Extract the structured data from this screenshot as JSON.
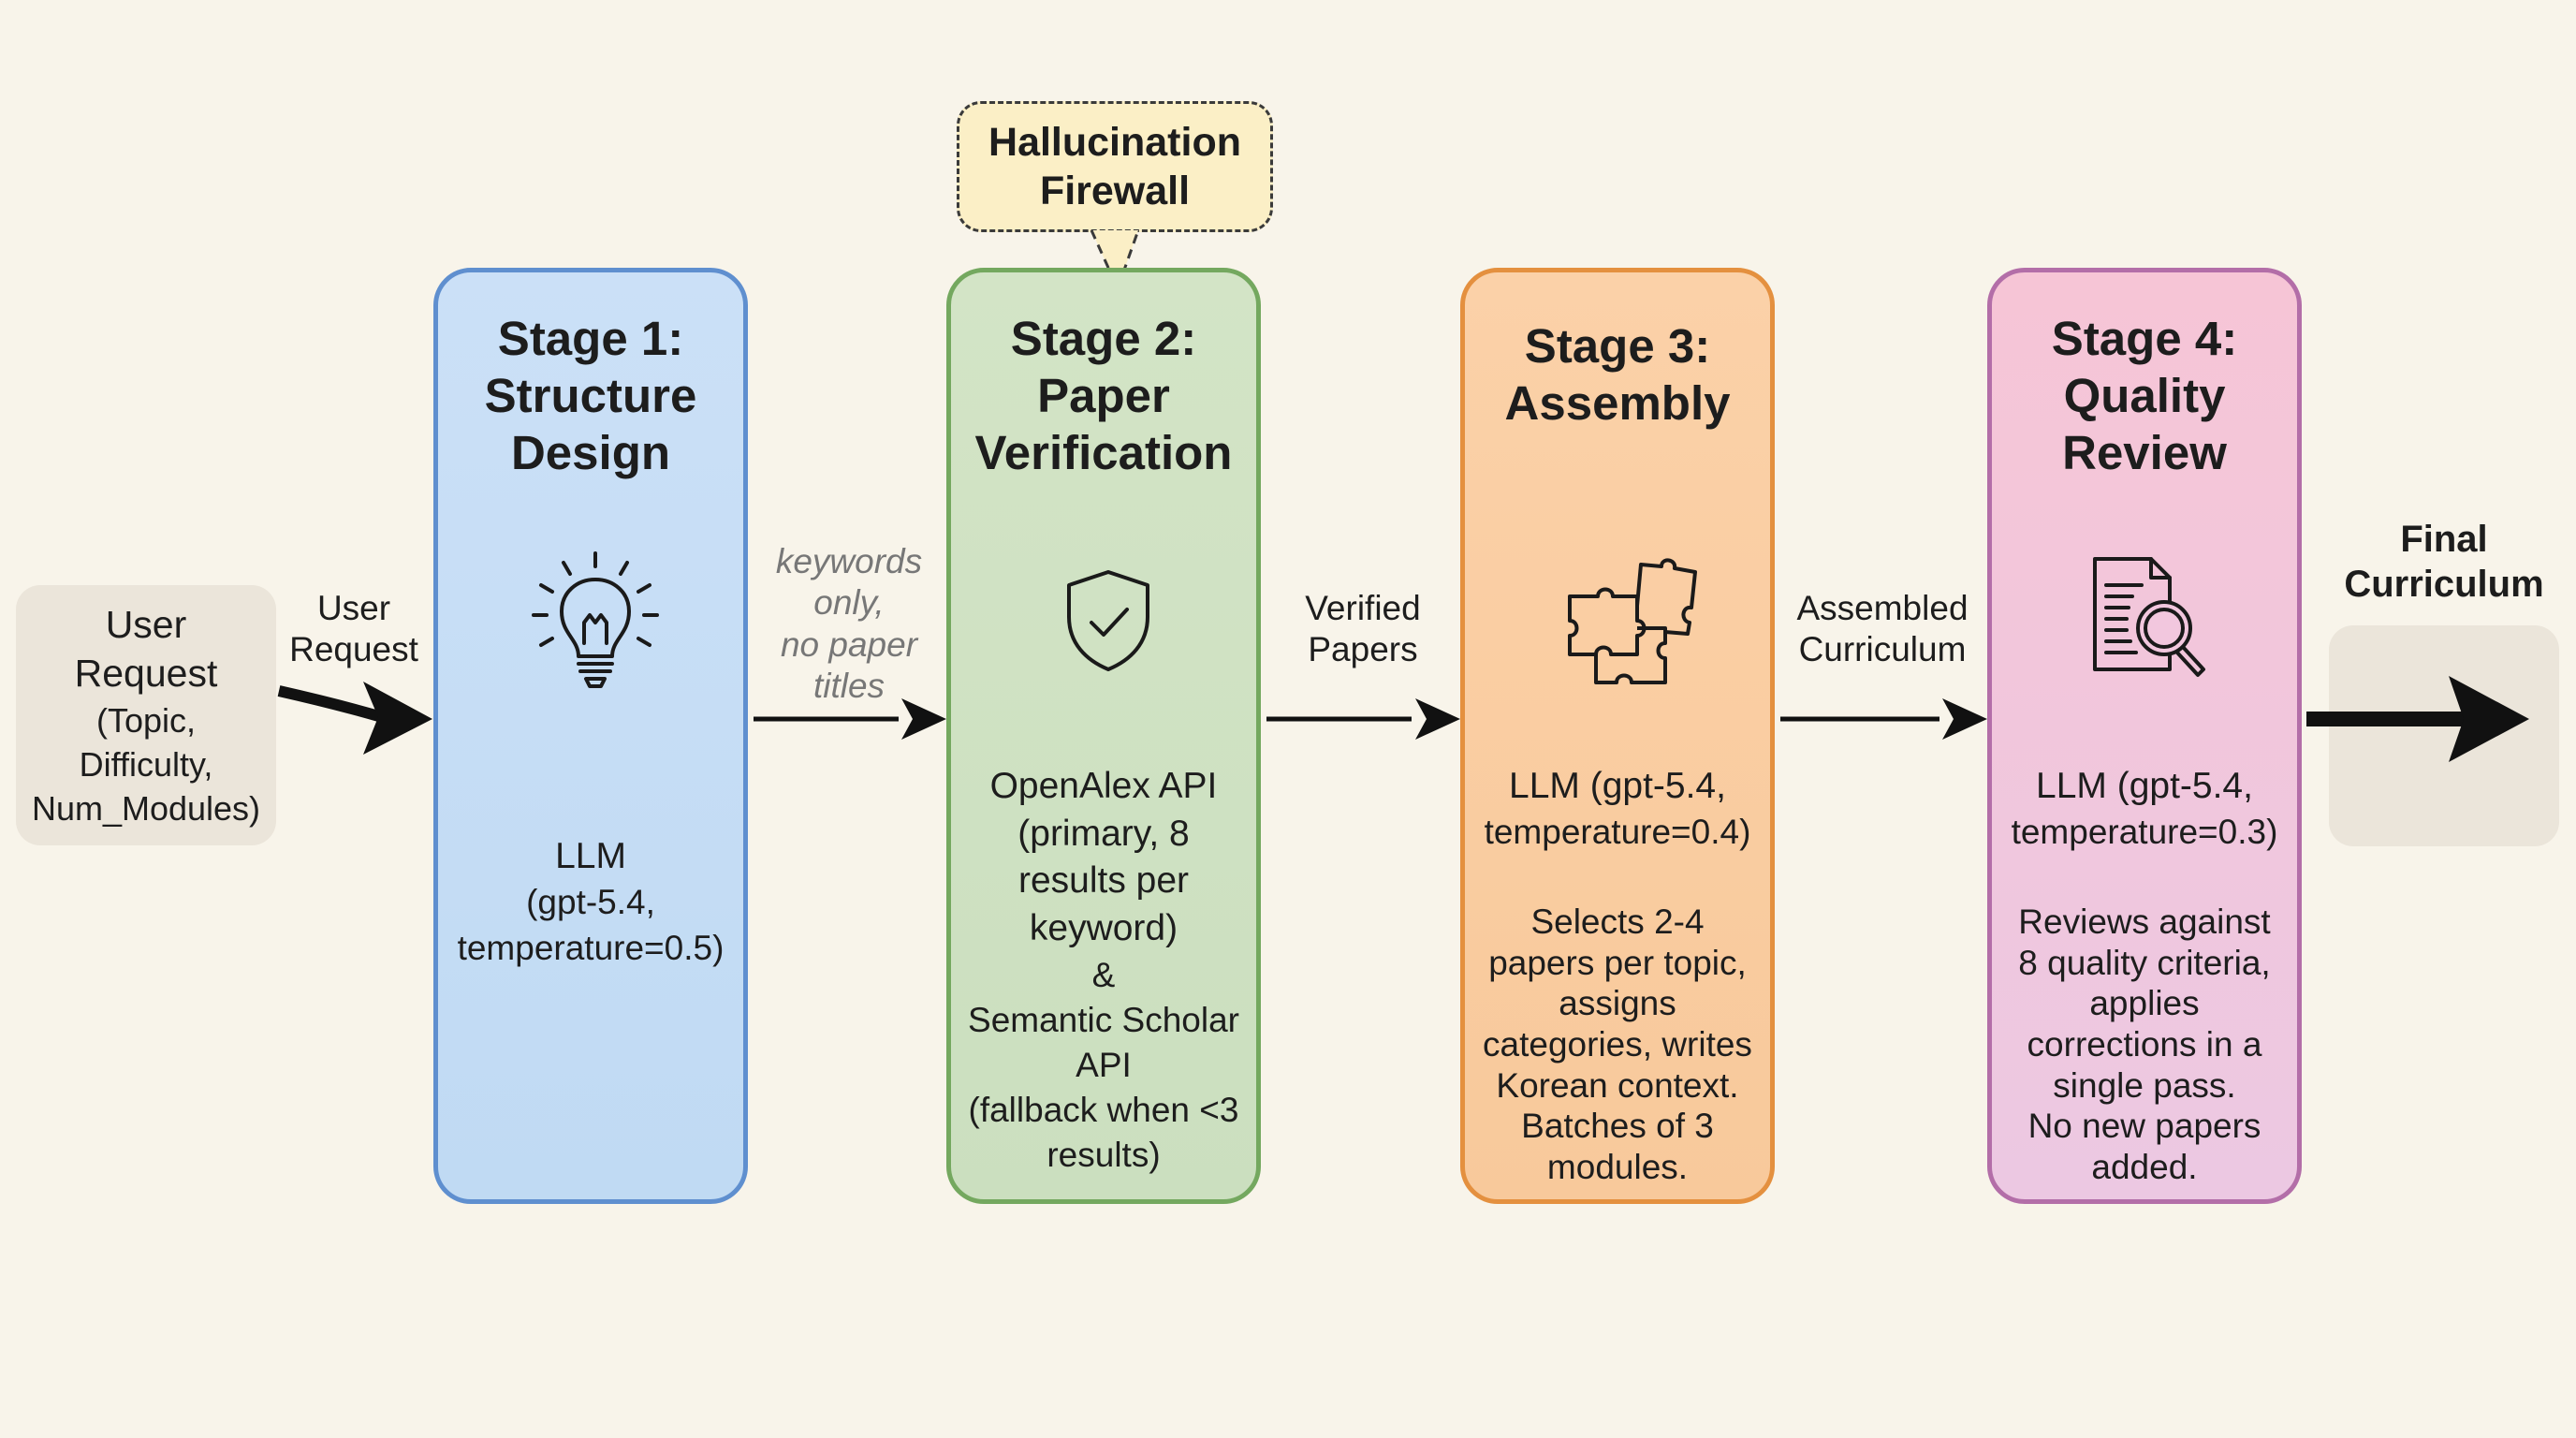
{
  "input": {
    "line1": "User",
    "line2": "Request",
    "detail1": "(Topic,",
    "detail2": "Difficulty,",
    "detail3": "Num_Modules)"
  },
  "edges": {
    "e0": [
      "User",
      "Request"
    ],
    "e1": [
      "keywords",
      "only,",
      "no paper",
      "titles"
    ],
    "e2": [
      "Verified",
      "Papers"
    ],
    "e3": [
      "Assembled",
      "Curriculum"
    ]
  },
  "callout": {
    "line1": "Hallucination",
    "line2": "Firewall"
  },
  "stages": [
    {
      "title": [
        "Stage 1:",
        "Structure",
        "Design"
      ],
      "icon": "lightbulb-icon",
      "body": [
        "LLM",
        "(gpt-5.4,",
        "temperature=0.5)"
      ]
    },
    {
      "title": [
        "Stage 2:",
        "Paper",
        "Verification"
      ],
      "icon": "shield-check-icon",
      "body": [
        "OpenAlex API",
        "(primary, 8",
        "results per",
        "keyword)",
        "&",
        "Semantic Scholar",
        "API",
        "(fallback when <3",
        "results)"
      ]
    },
    {
      "title": [
        "Stage 3:",
        "Assembly"
      ],
      "icon": "puzzle-icon",
      "body": [
        "LLM (gpt-5.4,",
        "temperature=0.4)"
      ],
      "desc": [
        "Selects 2-4",
        "papers per topic,",
        "assigns",
        "categories, writes",
        "Korean context.",
        "Batches of 3",
        "modules."
      ]
    },
    {
      "title": [
        "Stage 4:",
        "Quality",
        "Review"
      ],
      "icon": "document-magnifier-icon",
      "body": [
        "LLM (gpt-5.4,",
        "temperature=0.3)"
      ],
      "desc": [
        "Reviews against",
        "8 quality criteria,",
        "applies",
        "corrections in a",
        "single pass.",
        "No new papers",
        "added."
      ]
    }
  ],
  "output": {
    "line1": "Final",
    "line2": "Curriculum"
  }
}
